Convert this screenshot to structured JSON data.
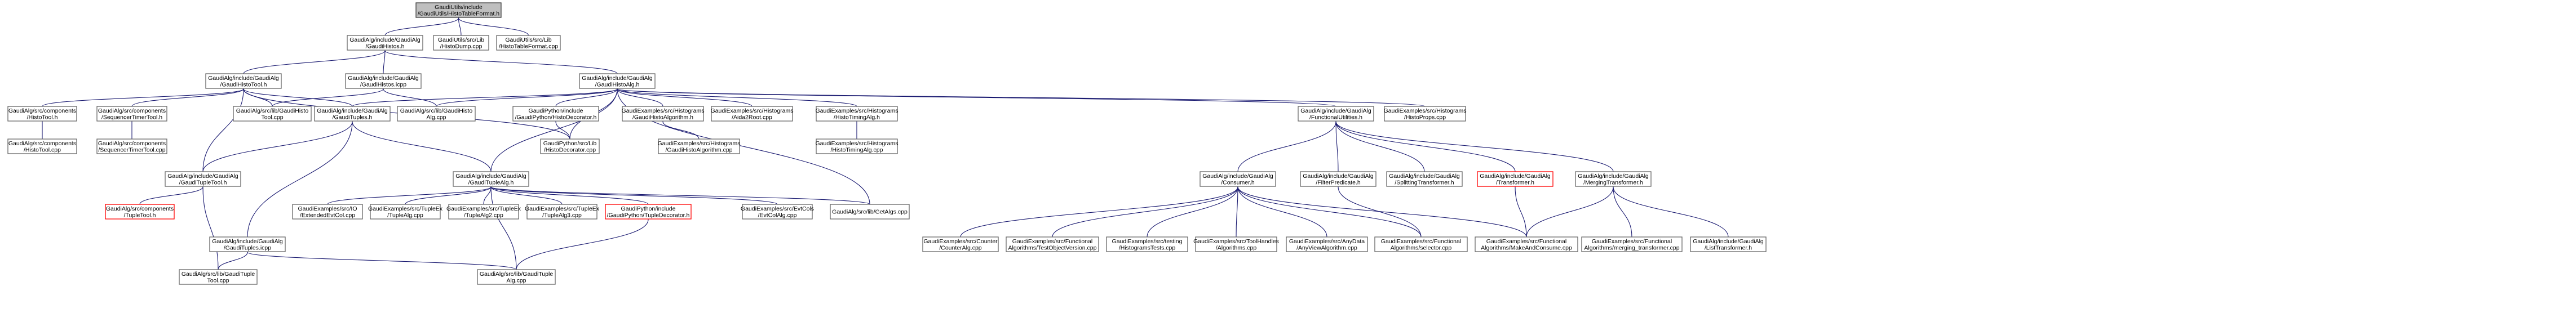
{
  "graph": {
    "edge_color": "#191970",
    "root_fill": "#bfbfbf",
    "missing_border": "#ff0000",
    "nodes": [
      {
        "id": "n0",
        "lines": [
          "GaudiUtils/include",
          "/GaudiUtils/HistoTableFormat.h"
        ],
        "style": "root"
      },
      {
        "id": "n1",
        "lines": [
          "GaudiAlg/include/GaudiAlg",
          "/GaudiHistos.h"
        ]
      },
      {
        "id": "n2",
        "lines": [
          "GaudiUtils/src/Lib",
          "/HistoDump.cpp"
        ]
      },
      {
        "id": "n3",
        "lines": [
          "GaudiUtils/src/Lib",
          "/HistoTableFormat.cpp"
        ]
      },
      {
        "id": "n4",
        "lines": [
          "GaudiAlg/include/GaudiAlg",
          "/GaudiHistoTool.h"
        ]
      },
      {
        "id": "n5",
        "lines": [
          "GaudiAlg/include/GaudiAlg",
          "/GaudiHistos.icpp"
        ]
      },
      {
        "id": "n6",
        "lines": [
          "GaudiAlg/include/GaudiAlg",
          "/GaudiHistoAlg.h"
        ]
      },
      {
        "id": "n7",
        "lines": [
          "GaudiAlg/src/components",
          "/HistoTool.h"
        ]
      },
      {
        "id": "n8",
        "lines": [
          "GaudiAlg/src/components",
          "/SequencerTimerTool.h"
        ]
      },
      {
        "id": "n9",
        "lines": [
          "GaudiAlg/src/lib/GaudiHisto",
          "Tool.cpp"
        ]
      },
      {
        "id": "n10",
        "lines": [
          "GaudiAlg/include/GaudiAlg",
          "/GaudiTuples.h"
        ]
      },
      {
        "id": "n11",
        "lines": [
          "GaudiAlg/src/lib/GaudiHisto",
          "Alg.cpp"
        ]
      },
      {
        "id": "n12",
        "lines": [
          "GaudiPython/include",
          "/GaudiPython/HistoDecorator.h"
        ]
      },
      {
        "id": "n13",
        "lines": [
          "GaudiExamples/src/Histograms",
          "/GaudiHistoAlgorithm.h"
        ]
      },
      {
        "id": "n14",
        "lines": [
          "GaudiExamples/src/Histograms",
          "/Aida2Root.cpp"
        ]
      },
      {
        "id": "n15",
        "lines": [
          "GaudiExamples/src/Histograms",
          "/HistoTimingAlg.h"
        ]
      },
      {
        "id": "n16",
        "lines": [
          "GaudiAlg/include/GaudiAlg",
          "/FunctionalUtilities.h"
        ]
      },
      {
        "id": "n17",
        "lines": [
          "GaudiExamples/src/Histograms",
          "/HistoProps.cpp"
        ]
      },
      {
        "id": "n18",
        "lines": [
          "GaudiAlg/src/components",
          "/HistoTool.cpp"
        ]
      },
      {
        "id": "n19",
        "lines": [
          "GaudiAlg/src/components",
          "/SequencerTimerTool.cpp"
        ]
      },
      {
        "id": "n20",
        "lines": [
          "GaudiAlg/include/GaudiAlg",
          "/GaudiTupleTool.h"
        ]
      },
      {
        "id": "n21",
        "lines": [
          "GaudiAlg/include/GaudiAlg",
          "/GaudiTupleAlg.h"
        ]
      },
      {
        "id": "n22",
        "lines": [
          "GaudiPython/src/Lib",
          "/HistoDecorator.cpp"
        ]
      },
      {
        "id": "n23",
        "lines": [
          "GaudiExamples/src/Histograms",
          "/GaudiHistoAlgorithm.cpp"
        ]
      },
      {
        "id": "n24",
        "lines": [
          "GaudiExamples/src/Histograms",
          "/HistoTimingAlg.cpp"
        ]
      },
      {
        "id": "n25",
        "lines": [
          "GaudiAlg/include/GaudiAlg",
          "/Consumer.h"
        ]
      },
      {
        "id": "n26",
        "lines": [
          "GaudiAlg/include/GaudiAlg",
          "/FilterPredicate.h"
        ]
      },
      {
        "id": "n27",
        "lines": [
          "GaudiAlg/include/GaudiAlg",
          "/SplittingTransformer.h"
        ]
      },
      {
        "id": "n28",
        "lines": [
          "GaudiAlg/include/GaudiAlg",
          "/Transformer.h"
        ],
        "style": "missing"
      },
      {
        "id": "n29",
        "lines": [
          "GaudiAlg/include/GaudiAlg",
          "/MergingTransformer.h"
        ]
      },
      {
        "id": "n30",
        "lines": [
          "GaudiAlg/src/components",
          "/TupleTool.h"
        ],
        "style": "missing"
      },
      {
        "id": "n31",
        "lines": [
          "GaudiAlg/include/GaudiAlg",
          "/GaudiTuples.icpp"
        ]
      },
      {
        "id": "n32",
        "lines": [
          "GaudiExamples/src/IO",
          "/ExtendedEvtCol.cpp"
        ]
      },
      {
        "id": "n33",
        "lines": [
          "GaudiExamples/src/TupleEx",
          "/TupleAlg.cpp"
        ]
      },
      {
        "id": "n34",
        "lines": [
          "GaudiExamples/src/TupleEx",
          "/TupleAlg2.cpp"
        ]
      },
      {
        "id": "n35",
        "lines": [
          "GaudiExamples/src/TupleEx",
          "/TupleAlg3.cpp"
        ]
      },
      {
        "id": "n36",
        "lines": [
          "GaudiPython/include",
          "/GaudiPython/TupleDecorator.h"
        ],
        "style": "missing"
      },
      {
        "id": "n37",
        "lines": [
          "GaudiExamples/src/EvtCols",
          "/EvtColAlg.cpp"
        ]
      },
      {
        "id": "n38",
        "lines": [
          "GaudiAlg/src/lib/GetAlgs.cpp"
        ]
      },
      {
        "id": "n39",
        "lines": [
          "GaudiExamples/src/Counter",
          "/CounterAlg.cpp"
        ]
      },
      {
        "id": "n40",
        "lines": [
          "GaudiExamples/src/Functional",
          "Algorithms/TestObjectVersion.cpp"
        ]
      },
      {
        "id": "n41",
        "lines": [
          "GaudiExamples/src/testing",
          "/HistogramsTests.cpp"
        ]
      },
      {
        "id": "n42",
        "lines": [
          "GaudiExamples/src/ToolHandles",
          "/Algorithms.cpp"
        ]
      },
      {
        "id": "n43",
        "lines": [
          "GaudiExamples/src/AnyData",
          "/AnyViewAlgorithm.cpp"
        ]
      },
      {
        "id": "n44",
        "lines": [
          "GaudiExamples/src/Functional",
          "Algorithms/selector.cpp"
        ]
      },
      {
        "id": "n45",
        "lines": [
          "GaudiExamples/src/Functional",
          "Algorithms/MakeAndConsume.cpp"
        ]
      },
      {
        "id": "n46",
        "lines": [
          "GaudiExamples/src/Functional",
          "Algorithms/merging_transformer.cpp"
        ]
      },
      {
        "id": "n47",
        "lines": [
          "GaudiAlg/include/GaudiAlg",
          "/ListTransformer.h"
        ]
      },
      {
        "id": "n48",
        "lines": [
          "GaudiAlg/src/lib/GaudiTuple",
          "Tool.cpp"
        ]
      },
      {
        "id": "n49",
        "lines": [
          "GaudiAlg/src/lib/GaudiTuple",
          "Alg.cpp"
        ]
      }
    ],
    "edges": [
      [
        "n0",
        "n1"
      ],
      [
        "n0",
        "n2"
      ],
      [
        "n0",
        "n3"
      ],
      [
        "n1",
        "n4"
      ],
      [
        "n1",
        "n5"
      ],
      [
        "n1",
        "n6"
      ],
      [
        "n4",
        "n7"
      ],
      [
        "n4",
        "n8"
      ],
      [
        "n4",
        "n9"
      ],
      [
        "n4",
        "n10"
      ],
      [
        "n4",
        "n20"
      ],
      [
        "n4",
        "n22"
      ],
      [
        "n5",
        "n9"
      ],
      [
        "n5",
        "n11"
      ],
      [
        "n6",
        "n10"
      ],
      [
        "n6",
        "n11"
      ],
      [
        "n6",
        "n12"
      ],
      [
        "n6",
        "n13"
      ],
      [
        "n6",
        "n14"
      ],
      [
        "n6",
        "n15"
      ],
      [
        "n6",
        "n16"
      ],
      [
        "n6",
        "n17"
      ],
      [
        "n6",
        "n21"
      ],
      [
        "n6",
        "n22"
      ],
      [
        "n6",
        "n38"
      ],
      [
        "n7",
        "n18"
      ],
      [
        "n8",
        "n19"
      ],
      [
        "n10",
        "n20"
      ],
      [
        "n10",
        "n21"
      ],
      [
        "n10",
        "n31"
      ],
      [
        "n12",
        "n22"
      ],
      [
        "n13",
        "n23"
      ],
      [
        "n15",
        "n24"
      ],
      [
        "n16",
        "n25"
      ],
      [
        "n16",
        "n26"
      ],
      [
        "n16",
        "n27"
      ],
      [
        "n16",
        "n28"
      ],
      [
        "n16",
        "n29"
      ],
      [
        "n20",
        "n30"
      ],
      [
        "n20",
        "n48"
      ],
      [
        "n21",
        "n32"
      ],
      [
        "n21",
        "n33"
      ],
      [
        "n21",
        "n34"
      ],
      [
        "n21",
        "n35"
      ],
      [
        "n21",
        "n36"
      ],
      [
        "n21",
        "n37"
      ],
      [
        "n21",
        "n38"
      ],
      [
        "n21",
        "n49"
      ],
      [
        "n25",
        "n39"
      ],
      [
        "n25",
        "n40"
      ],
      [
        "n25",
        "n41"
      ],
      [
        "n25",
        "n42"
      ],
      [
        "n25",
        "n43"
      ],
      [
        "n25",
        "n44"
      ],
      [
        "n25",
        "n45"
      ],
      [
        "n26",
        "n44"
      ],
      [
        "n28",
        "n45"
      ],
      [
        "n29",
        "n45"
      ],
      [
        "n29",
        "n46"
      ],
      [
        "n29",
        "n47"
      ],
      [
        "n31",
        "n48"
      ],
      [
        "n31",
        "n49"
      ],
      [
        "n36",
        "n49"
      ]
    ]
  }
}
